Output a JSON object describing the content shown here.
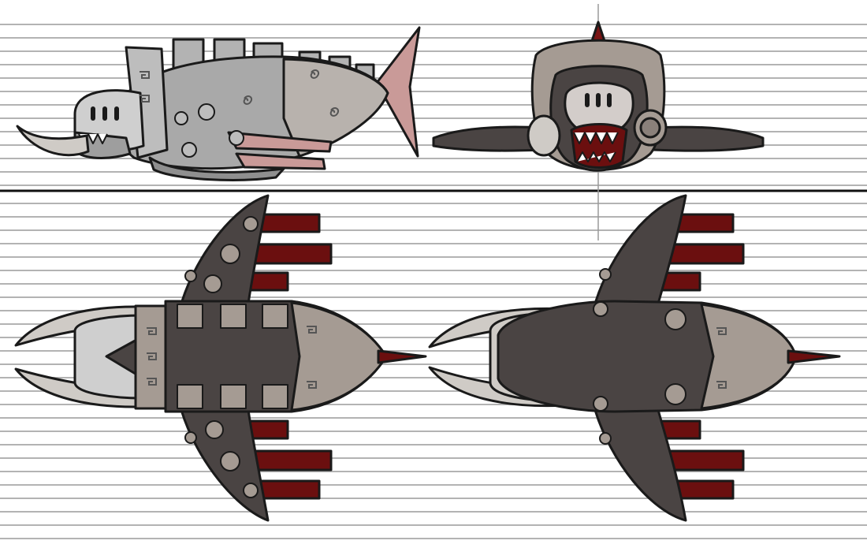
{
  "sheet": {
    "background": "#ffffff",
    "line_color": "#b3b3b3",
    "divider_color": "#111111",
    "guide_color": "#9a9a9a"
  },
  "palette": {
    "outline": "#1a1a1a",
    "stone_light": "#bdbdbd",
    "stone_mid": "#a9a9a9",
    "stone_tan": "#a59b93",
    "hull_dark": "#4a4443",
    "fin_pink": "#c99a98",
    "fin_red": "#6b0f0f",
    "horn": "#cfcbc6",
    "spike": "#7a1414"
  },
  "views": [
    {
      "name": "side-view",
      "icon": "fish-ship-side-icon"
    },
    {
      "name": "front-view",
      "icon": "fish-ship-front-icon"
    },
    {
      "name": "top-view",
      "icon": "fish-ship-top-icon"
    },
    {
      "name": "bottom-view",
      "icon": "fish-ship-bottom-icon"
    }
  ]
}
